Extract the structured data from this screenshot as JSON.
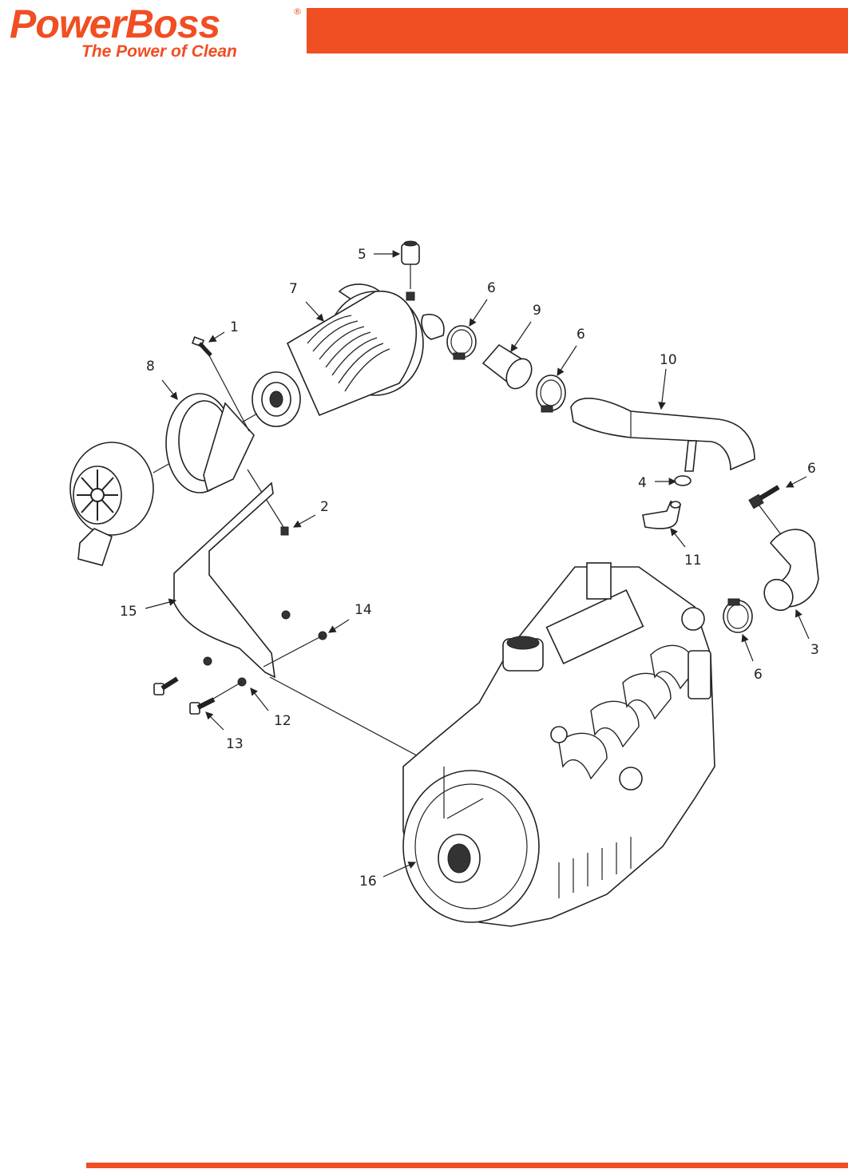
{
  "brand": {
    "name": "PowerBoss",
    "registered_mark": "®",
    "tagline": "The Power of Clean",
    "accent_color": "#f04e23"
  },
  "callouts": [
    "1",
    "2",
    "3",
    "4",
    "5",
    "6",
    "7",
    "8",
    "9",
    "10",
    "11",
    "12",
    "13",
    "14",
    "15",
    "16"
  ]
}
